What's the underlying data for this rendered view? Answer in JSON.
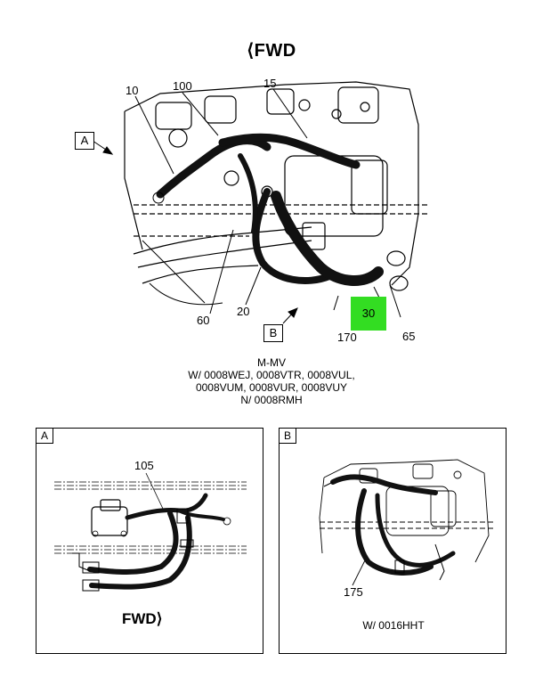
{
  "header": {
    "fwd_label": "FWD"
  },
  "main_view": {
    "callouts": {
      "c10": "10",
      "c100": "100",
      "c15": "15",
      "c60": "60",
      "c20": "20",
      "c170": "170",
      "c30": "30",
      "c65": "65"
    },
    "view_refs": {
      "a": "A",
      "b": "B"
    },
    "highlight_color": "#33dd22"
  },
  "caption": {
    "line1": "M-MV",
    "line2": "W/ 0008WEJ, 0008VTR, 0008VUL,",
    "line3": "0008VUM, 0008VUR, 0008VUY",
    "line4": "N/ 0008RMH"
  },
  "panel_a": {
    "tag": "A",
    "callout": "105",
    "fwd_label": "FWD"
  },
  "panel_b": {
    "tag": "B",
    "callout": "175",
    "caption": "W/ 0016HHT"
  }
}
